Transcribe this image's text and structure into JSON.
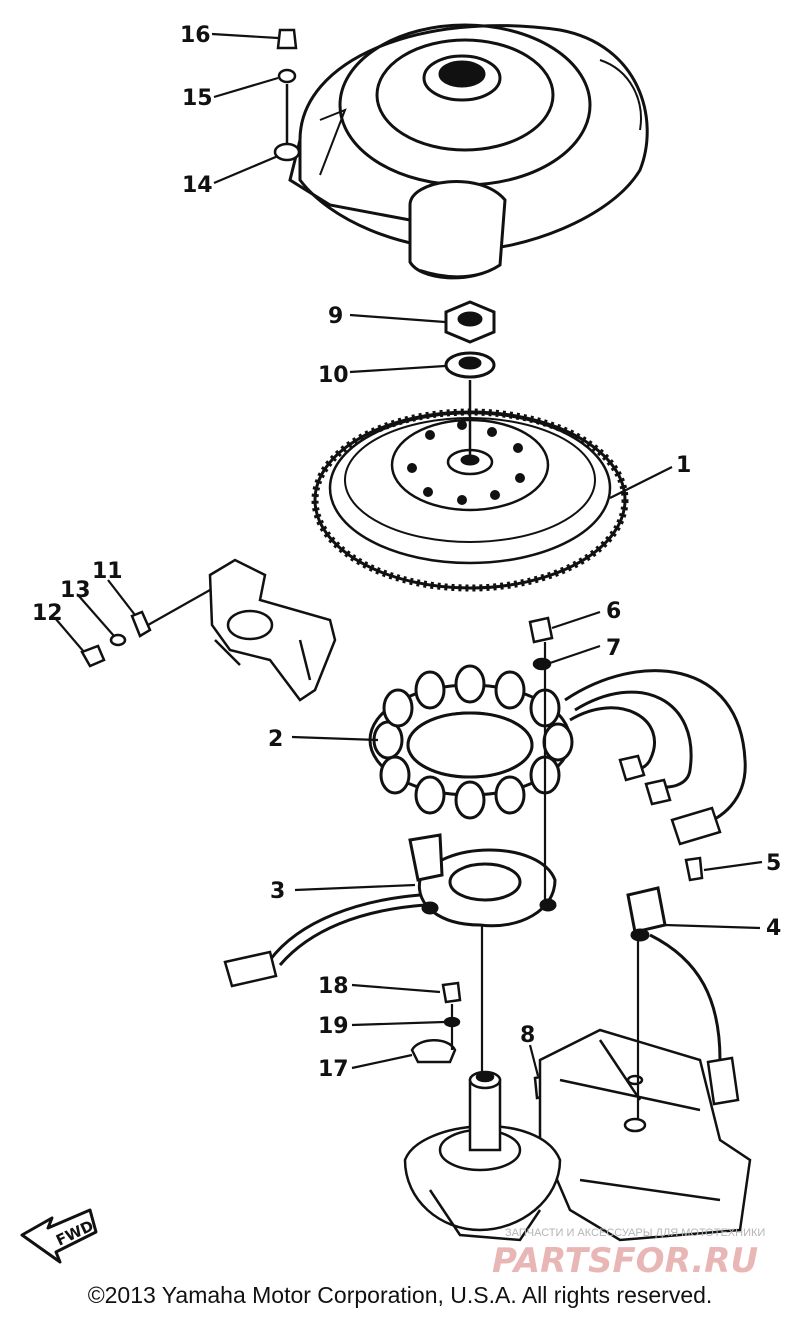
{
  "callouts": [
    "16",
    "15",
    "14",
    "9",
    "10",
    "1",
    "11",
    "13",
    "12",
    "6",
    "7",
    "2",
    "3",
    "5",
    "4",
    "18",
    "19",
    "17",
    "8"
  ],
  "fwd_label": "FWD",
  "watermark": {
    "subtitle": "ЗАПЧАСТИ И АКСЕССУАРЫ ДЛЯ МОТОТЕХНИКИ",
    "brand": "PARTSFOR.RU",
    "color": "#e9b6b6"
  },
  "copyright": "©2013 Yamaha Motor Corporation, U.S.A. All rights reserved.",
  "colors": {
    "ink": "#111111",
    "background": "#ffffff"
  }
}
